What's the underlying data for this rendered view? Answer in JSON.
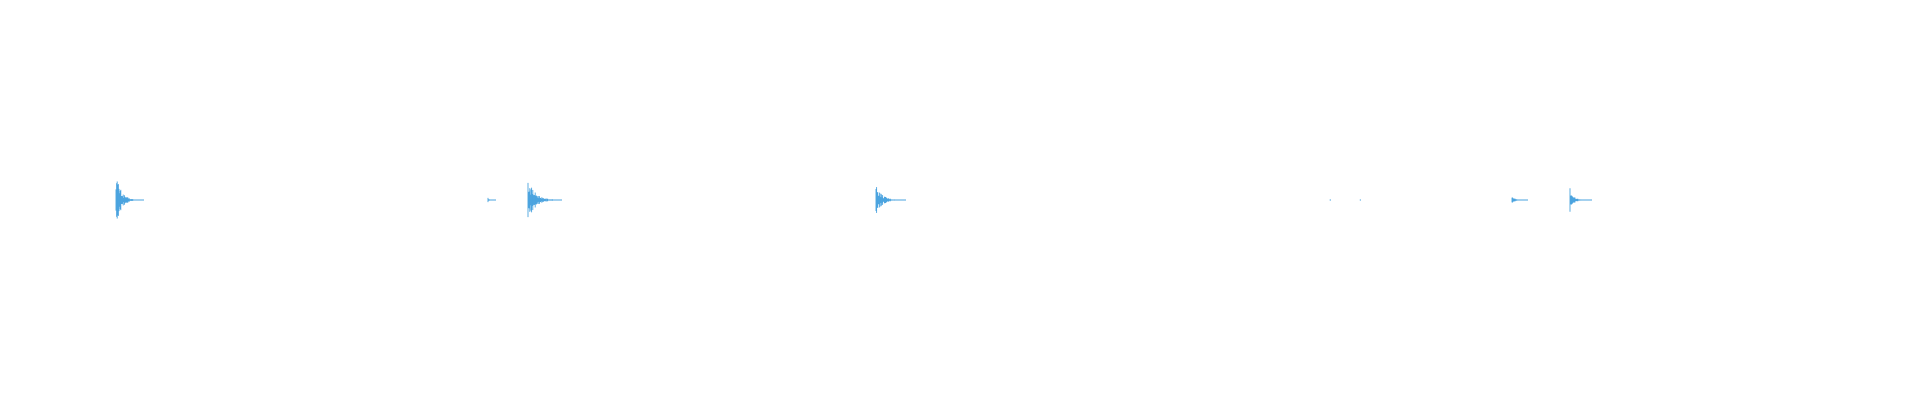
{
  "waveform": {
    "color": "#4aa3df",
    "background": "#ffffff",
    "sound_events": [
      {
        "name": "transient-1",
        "amplitude": 1.0,
        "decay": 0.55
      },
      {
        "name": "transient-2",
        "amplitude": 0.08,
        "decay": 0.2
      },
      {
        "name": "transient-3",
        "amplitude": 0.75,
        "decay": 0.7
      },
      {
        "name": "transient-4",
        "amplitude": 0.55,
        "decay": 0.65
      },
      {
        "name": "transient-5",
        "amplitude": 0.01,
        "decay": 0.02
      },
      {
        "name": "transient-6",
        "amplitude": 0.01,
        "decay": 0.02
      },
      {
        "name": "transient-7",
        "amplitude": 0.22,
        "decay": 0.35
      },
      {
        "name": "transient-8",
        "amplitude": 0.45,
        "decay": 0.45
      }
    ]
  }
}
